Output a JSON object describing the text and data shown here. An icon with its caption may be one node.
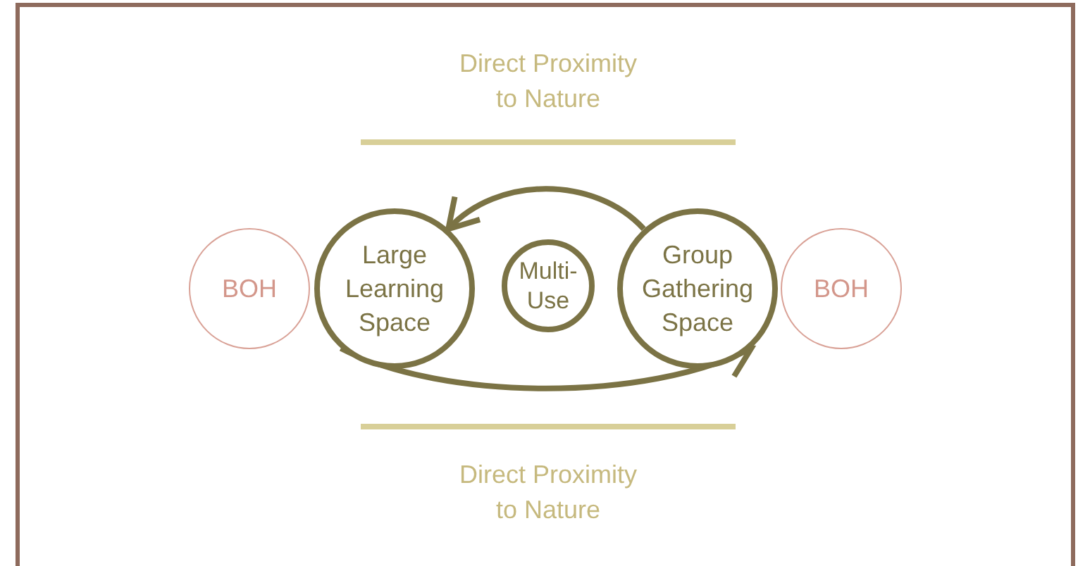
{
  "diagram": {
    "nodes": [
      {
        "text": [
          "BOH"
        ]
      },
      {
        "text": [
          "Large Learning Space"
        ]
      },
      {
        "text": [
          "Multi-Use"
        ]
      },
      {
        "text": [
          "Group Gathering Space"
        ]
      },
      {
        "text": [
          "BOH"
        ]
      }
    ],
    "edges": [
      {
        "from": 3,
        "to": 1,
        "arrow": "to"
      },
      {
        "from": 1,
        "to": 3,
        "arrow": "to"
      }
    ],
    "labels": [
      "Direct Proximity to Nature",
      "Direct Proximity to Nature"
    ]
  }
}
